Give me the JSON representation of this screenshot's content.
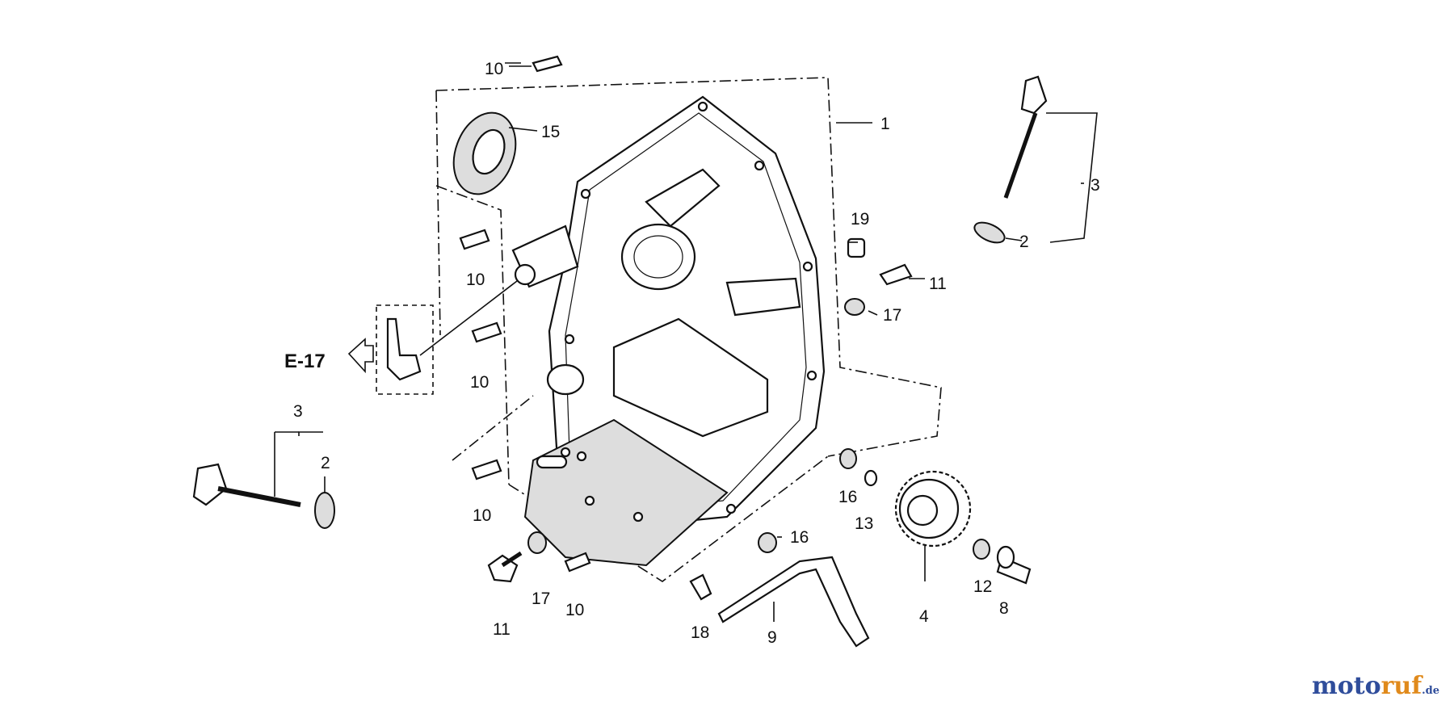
{
  "callouts": {
    "c1": "1",
    "c2a": "2",
    "c2b": "2",
    "c3a": "3",
    "c3b": "3",
    "c4": "4",
    "c8": "8",
    "c9": "9",
    "c10a": "10",
    "c10b": "10",
    "c10c": "10",
    "c10d": "10",
    "c10e": "10",
    "c11a": "11",
    "c11b": "11",
    "c12": "12",
    "c13": "13",
    "c15": "15",
    "c16a": "16",
    "c16b": "16",
    "c17a": "17",
    "c17b": "17",
    "c18": "18",
    "c19": "19"
  },
  "reference": "E-17",
  "watermark": {
    "brand_a": "moto",
    "brand_b": "ruf",
    "tld": ".de"
  }
}
